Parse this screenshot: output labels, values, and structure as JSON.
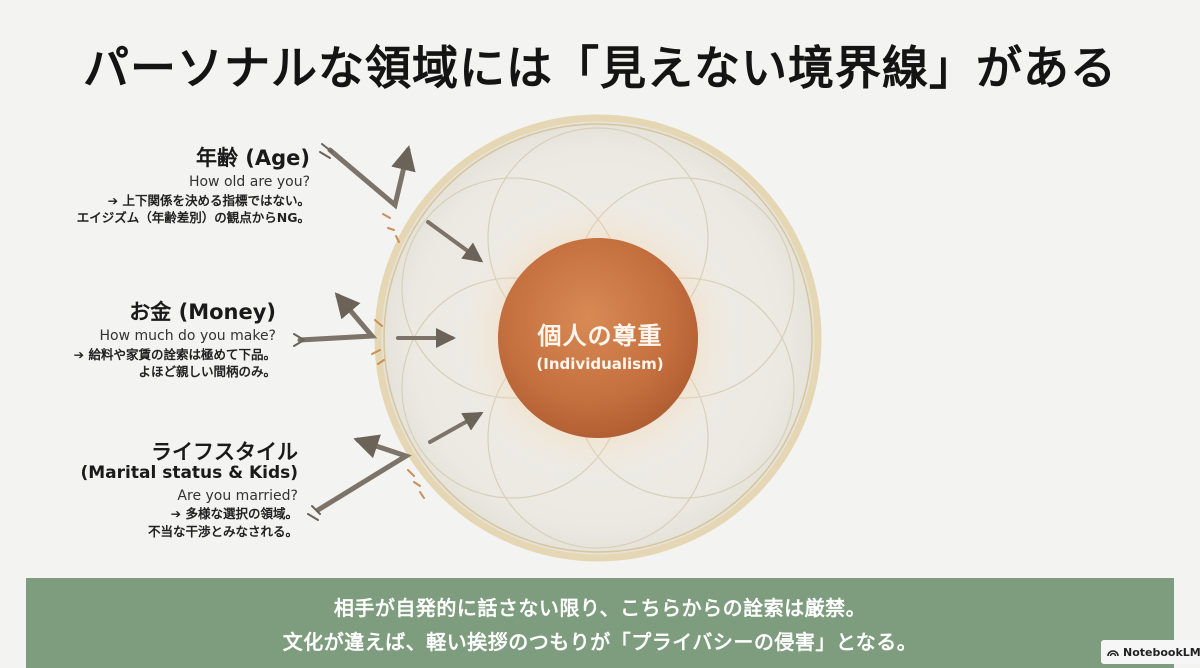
{
  "title": "パーソナルな領域には「見えない境界線」がある",
  "core": {
    "label": "個人の尊重",
    "sublabel": "(Individualism)"
  },
  "topics": [
    {
      "heading": "年齢 (Age)",
      "question": "How old are you?",
      "notes": [
        "➔ 上下関係を決める指標ではない。",
        "エイジズム（年齢差別）の観点からNG。"
      ]
    },
    {
      "heading": "お金 (Money)",
      "question": "How much do you make?",
      "notes": [
        "➔ 給料や家賃の詮索は極めて下品。",
        "よほど親しい間柄のみ。"
      ]
    },
    {
      "heading": "ライフスタイル",
      "heading2": "(Marital status & Kids)",
      "question": "Are you married?",
      "notes": [
        "➔ 多様な選択の領域。",
        "不当な干渉とみなされる。"
      ]
    }
  ],
  "footer": {
    "line1": "相手が自発的に話さない限り、こちらからの詮索は厳禁。",
    "line2": "文化が違えば、軽い挨拶のつもりが「プライバシーの侵害」となる。"
  },
  "badge": {
    "label": "NotebookLM",
    "icon": "notebooklm-logo-icon"
  },
  "colors": {
    "background": "#f3f3f2",
    "footer": "#7e9c7e",
    "core": "#c8733f",
    "ring": "#d8c9a4",
    "arrow": "#6b6258"
  }
}
